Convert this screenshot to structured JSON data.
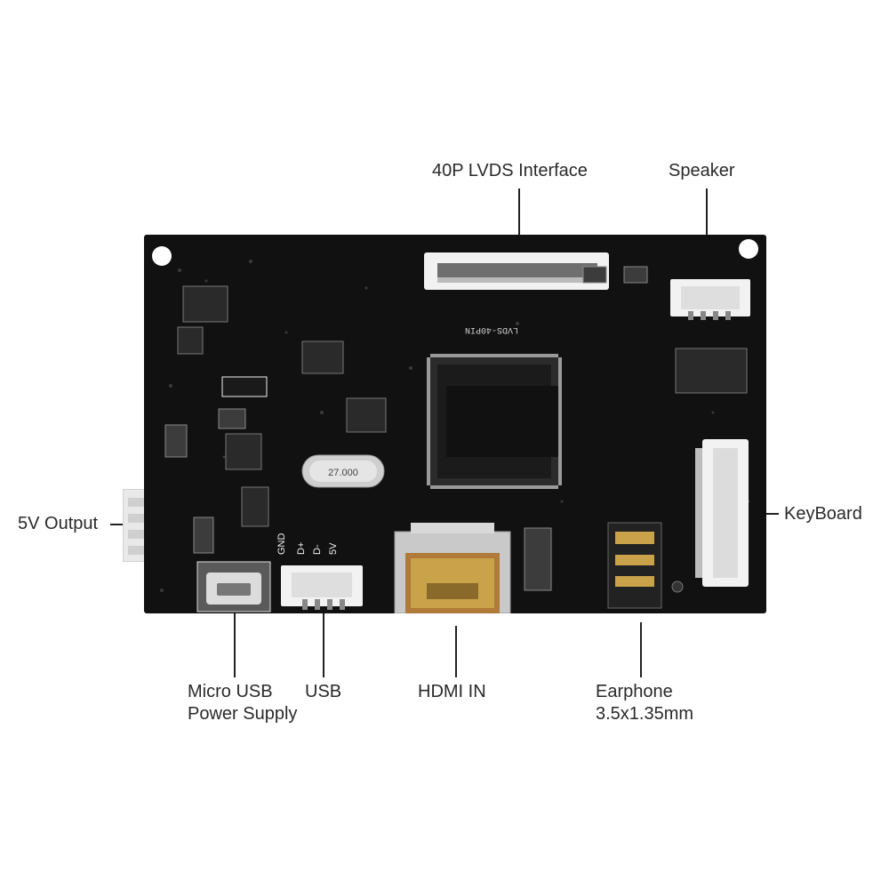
{
  "callouts": {
    "lvds": "40P LVDS Interface",
    "speaker": "Speaker",
    "output_5v": "5V Output",
    "keyboard": "KeyBoard",
    "micro_usb_line1": "Micro USB",
    "micro_usb_line2": "Power Supply",
    "usb": "USB",
    "hdmi": "HDMI IN",
    "earphone_line1": "Earphone",
    "earphone_line2": "3.5x1.35mm"
  },
  "silkscreen": {
    "lvds_label": "LVDS-40PIN",
    "crystal": "27.000",
    "gnd": "GND",
    "d_plus": "D+",
    "d_minus": "D-",
    "v5": "5V"
  },
  "colors": {
    "board": "#111111",
    "connector": "#f2f2f2",
    "metal": "#c9c9c9",
    "gold": "#c9a24a",
    "text": "#2a2a2a"
  }
}
